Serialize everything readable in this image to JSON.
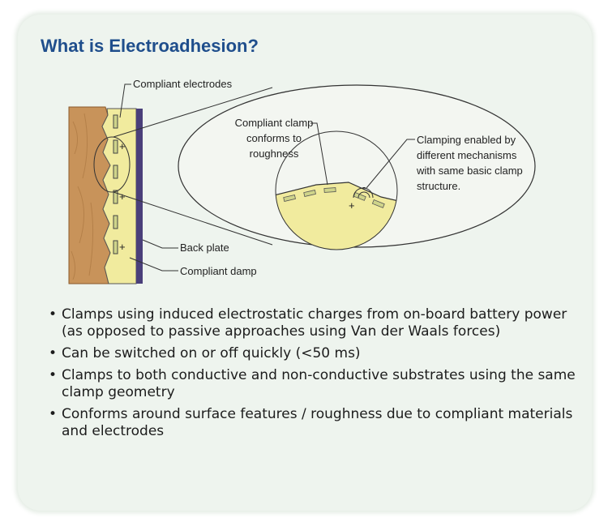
{
  "title": "What is Electroadhesion?",
  "diagram": {
    "labels": {
      "compliant_electrodes": "Compliant electrodes",
      "back_plate": "Back plate",
      "compliant_clamp_bottom": "Compliant damp",
      "conforms_line1": "Compliant clamp",
      "conforms_line2": "conforms to",
      "conforms_line3": "roughness",
      "mechanisms_line1": "Clamping enabled by",
      "mechanisms_line2": "different mechanisms",
      "mechanisms_line3": "with same basic clamp",
      "mechanisms_line4": "structure."
    },
    "electrode_signs": [
      "",
      "+",
      "",
      "+",
      "",
      "+"
    ],
    "zoom_signs": [
      "-",
      "+"
    ],
    "colors": {
      "wood": "#c8935a",
      "wood_edge": "#8a5a2c",
      "clamp_fill": "#f1eb9e",
      "back_plate": "#4a3f7a",
      "electrode": "#cfd48a",
      "zoom_ellipse_fill": "#f3f6f1",
      "line": "#333333"
    }
  },
  "bullets": [
    "Clamps using induced electrostatic charges from on-board battery power (as opposed to passive approaches using Van der Waals forces)",
    "Can be switched on or off quickly (<50 ms)",
    "Clamps to both conductive and non-conductive substrates using the same clamp geometry",
    "Conforms around surface features / roughness due to compliant materials and electrodes"
  ]
}
